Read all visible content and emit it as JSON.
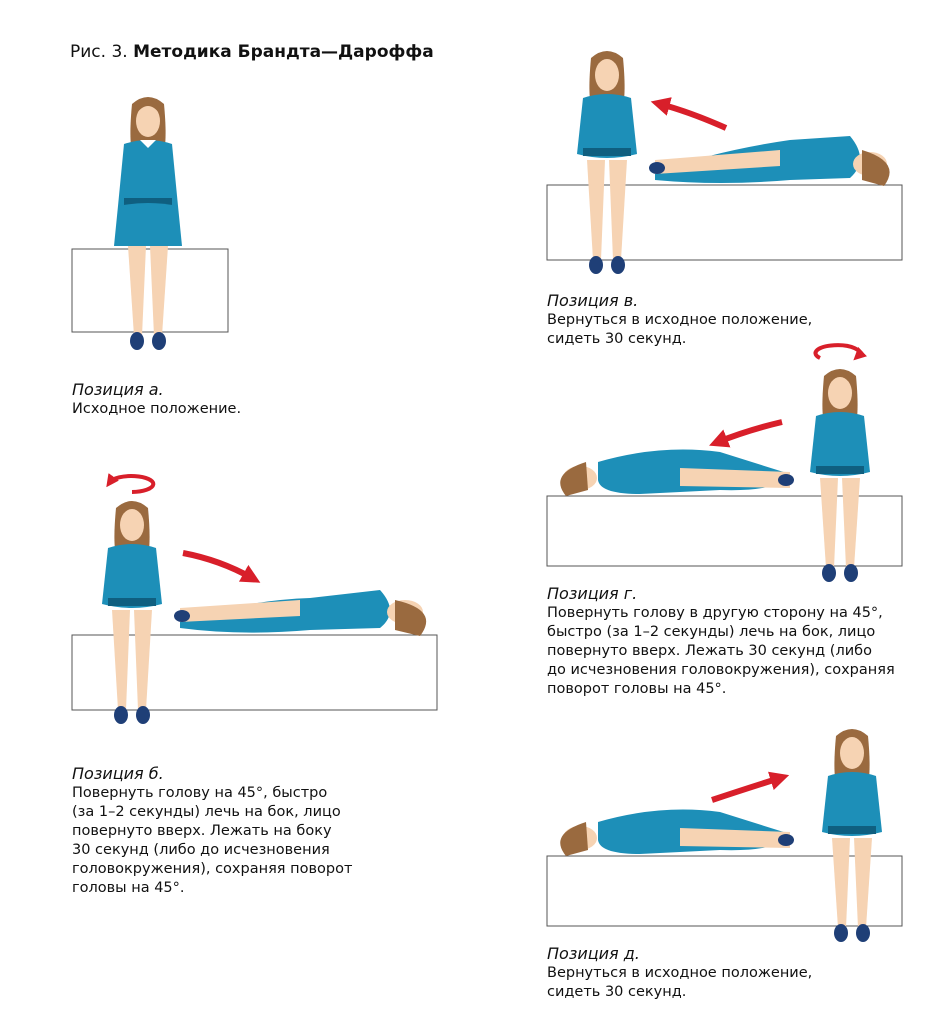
{
  "figure": {
    "label": "Рис. 3.",
    "title": "Методика Брандта—Дароффа"
  },
  "positions": [
    {
      "id": "a",
      "name": "Позиция а.",
      "description": "Исходное положение."
    },
    {
      "id": "b",
      "name": "Позиция б.",
      "description": "Повернуть голову на 45°, быстро\n(за 1–2 секунды) лечь на бок, лицо\nповернуто вверх. Лежать на боку\n30 секунд (либо до исчезновения\nголовокружения), сохраняя поворот\nголовы на 45°."
    },
    {
      "id": "v",
      "name": "Позиция в.",
      "description": "Вернуться в исходное положение,\nсидеть 30 секунд."
    },
    {
      "id": "g",
      "name": "Позиция г.",
      "description": "Повернуть голову в другую сторону на 45°,\nбыстро (за 1–2 секунды) лечь на бок, лицо\nповернуто вверх. Лежать 30 секунд (либо\nдо исчезновения головокружения), сохраняя\nповорот головы на 45°."
    },
    {
      "id": "d",
      "name": "Позиция д.",
      "description": "Вернуться в исходное положение,\nсидеть 30 секунд."
    }
  ],
  "colors": {
    "dress": "#1d8fb8",
    "dress_dark": "#0f5f80",
    "skin": "#f6d3b3",
    "hair": "#9a6a3f",
    "shoe": "#1f3f77",
    "arrow": "#d81f2a",
    "bench_stroke": "#555555"
  }
}
